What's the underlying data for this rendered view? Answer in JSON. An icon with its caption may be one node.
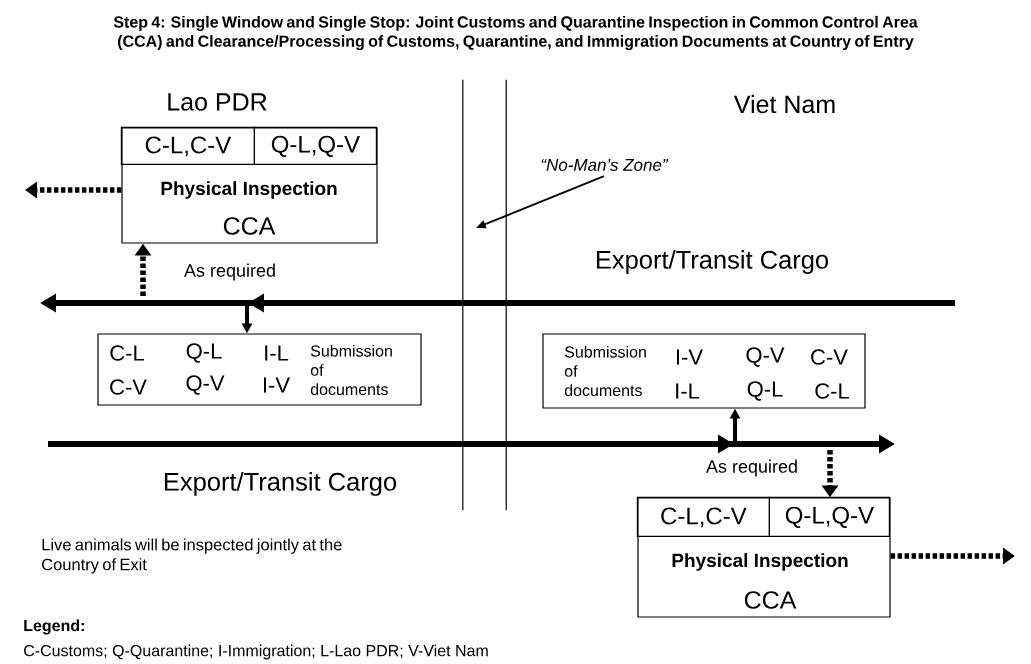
{
  "diagram": {
    "title": "Step 4: Single Window and Single Stop: Joint Customs and Quarantine Inspection in Common Control Area (CCA) and Clearance/Processing of Customs, Quarantine, and Immigration Documents at Country of Entry",
    "nodes": [
      {
        "text": [
          "Physical Inspection",
          "CCA"
        ]
      },
      {
        "text": [
          "C-L,C-V"
        ],
        "in": 0
      },
      {
        "text": [
          "Q-L,Q-V"
        ],
        "in": 0
      },
      {
        "text": [
          "C-L",
          "Q-L",
          "I-L",
          "C-V",
          "Q-V",
          "I-V",
          "Submission of documents"
        ]
      },
      {
        "text": [
          "Submission of documents",
          "I-V",
          "Q-V",
          "C-V",
          "I-L",
          "Q-L",
          "C-L"
        ]
      },
      {
        "text": [
          "Physical Inspection",
          "CCA"
        ]
      },
      {
        "text": [
          "C-L,C-V"
        ],
        "in": 5
      },
      {
        "text": [
          "Q-L,Q-V"
        ],
        "in": 5
      },
      {
        "text": [
          "“No-Man’s Zone”"
        ]
      },
      {
        "text": [],
        "shape": "box"
      }
    ],
    "edges": [
      {
        "from": null,
        "to": 3,
        "arrow": "to"
      },
      {
        "from": null,
        "to": 0,
        "arrow": "to",
        "style": "dashed",
        "label": "As required"
      },
      {
        "from": 0,
        "to": null,
        "arrow": "to",
        "style": "dashed"
      },
      {
        "from": null,
        "to": 4,
        "arrow": "to"
      },
      {
        "from": null,
        "to": 5,
        "arrow": "to",
        "style": "dashed",
        "label": "As required"
      },
      {
        "from": 5,
        "to": null,
        "arrow": "to",
        "style": "dashed"
      },
      {
        "from": 8,
        "to": 9,
        "arrow": "to"
      }
    ],
    "labels": [
      "Lao PDR",
      "Viet Nam",
      "Export/Transit Cargo",
      "Export/Transit Cargo",
      "Live animals will be inspected jointly at the Country of Exit",
      "Legend:",
      "C-Customs; Q-Quarantine; I-Immigration; L-Lao PDR; V-Viet Nam"
    ]
  }
}
